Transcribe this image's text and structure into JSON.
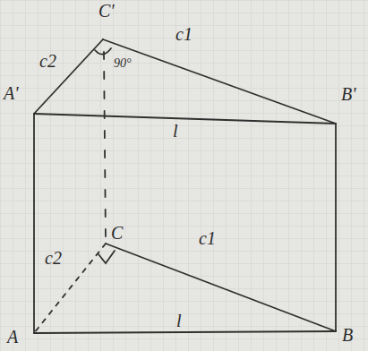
{
  "diagram": {
    "labels": [
      "C'",
      "c2",
      "90°",
      "c1",
      "A'",
      "l",
      "B'",
      "C",
      "c2",
      "c1",
      "A",
      "l",
      "B"
    ]
  }
}
